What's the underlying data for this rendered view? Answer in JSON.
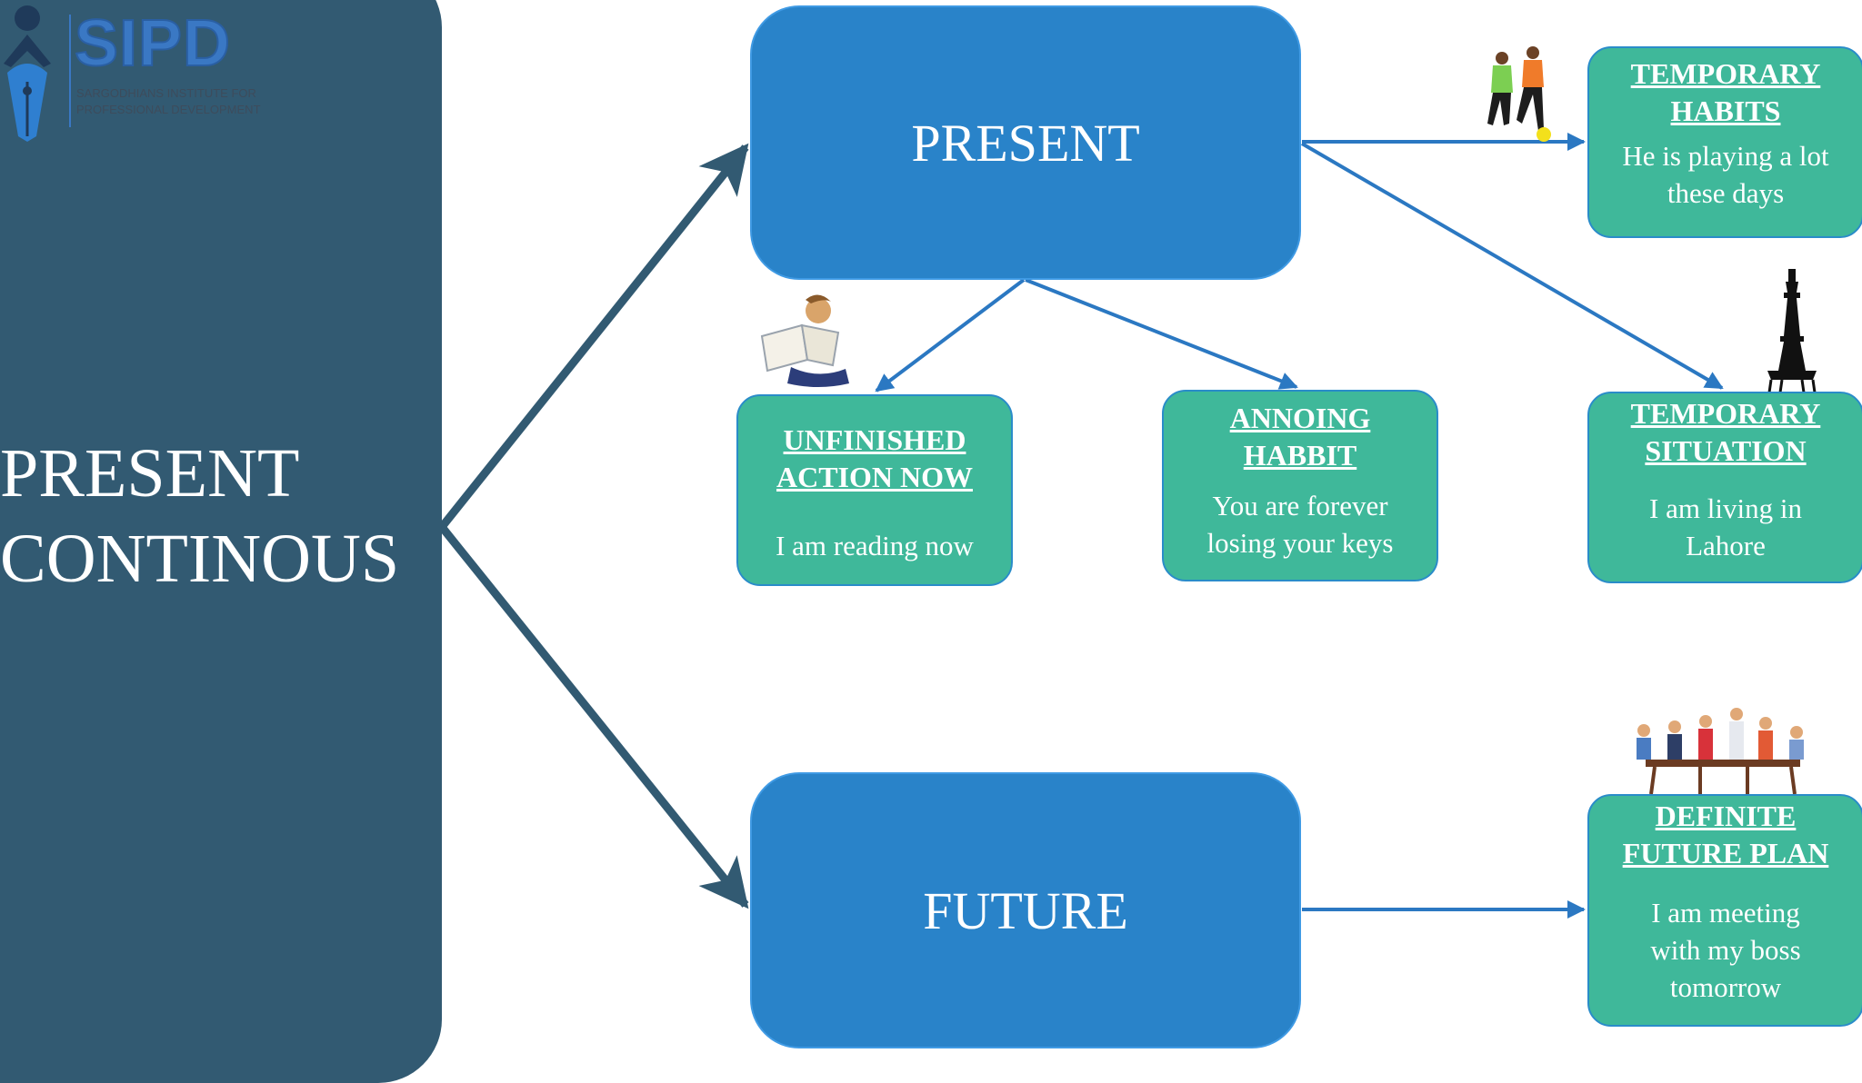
{
  "brand": {
    "name": "SIPD",
    "tagline": "Sargodhians Institute for Professional Development"
  },
  "main_title": "PRESENT\nCONTINOUS",
  "nodes": {
    "present": "PRESENT",
    "future": "FUTURE"
  },
  "cards": {
    "temporary_habits": {
      "heading": "TEMPORARY\nHABITS",
      "example": "He is playing a lot\nthese days"
    },
    "unfinished_action": {
      "heading": "UNFINISHED\nACTION NOW",
      "example": "I am reading now"
    },
    "annoying_habit": {
      "heading": "ANNOING\nHABBIT",
      "example": "You are forever\nlosing your keys"
    },
    "temporary_situation": {
      "heading": "TEMPORARY\nSITUATION",
      "example": "I am living in\nLahore"
    },
    "definite_future_plan": {
      "heading": "DEFINITE\nFUTURE PLAN",
      "example": "I am meeting\nwith my boss\ntomorrow"
    }
  },
  "icons": {
    "logo": "pen-nib-person-icon",
    "habits_picture": "football-players-icon",
    "unfinished_picture": "reading-child-icon",
    "annoying_picture": "key-icon",
    "situation_picture": "minar-tower-icon",
    "future_picture": "meeting-people-icon"
  },
  "colors": {
    "left_panel": "#325a72",
    "big_box": "#2983c9",
    "card": "#3fb89a",
    "connector": "#2b78c2",
    "main_arrow": "#325a72"
  }
}
